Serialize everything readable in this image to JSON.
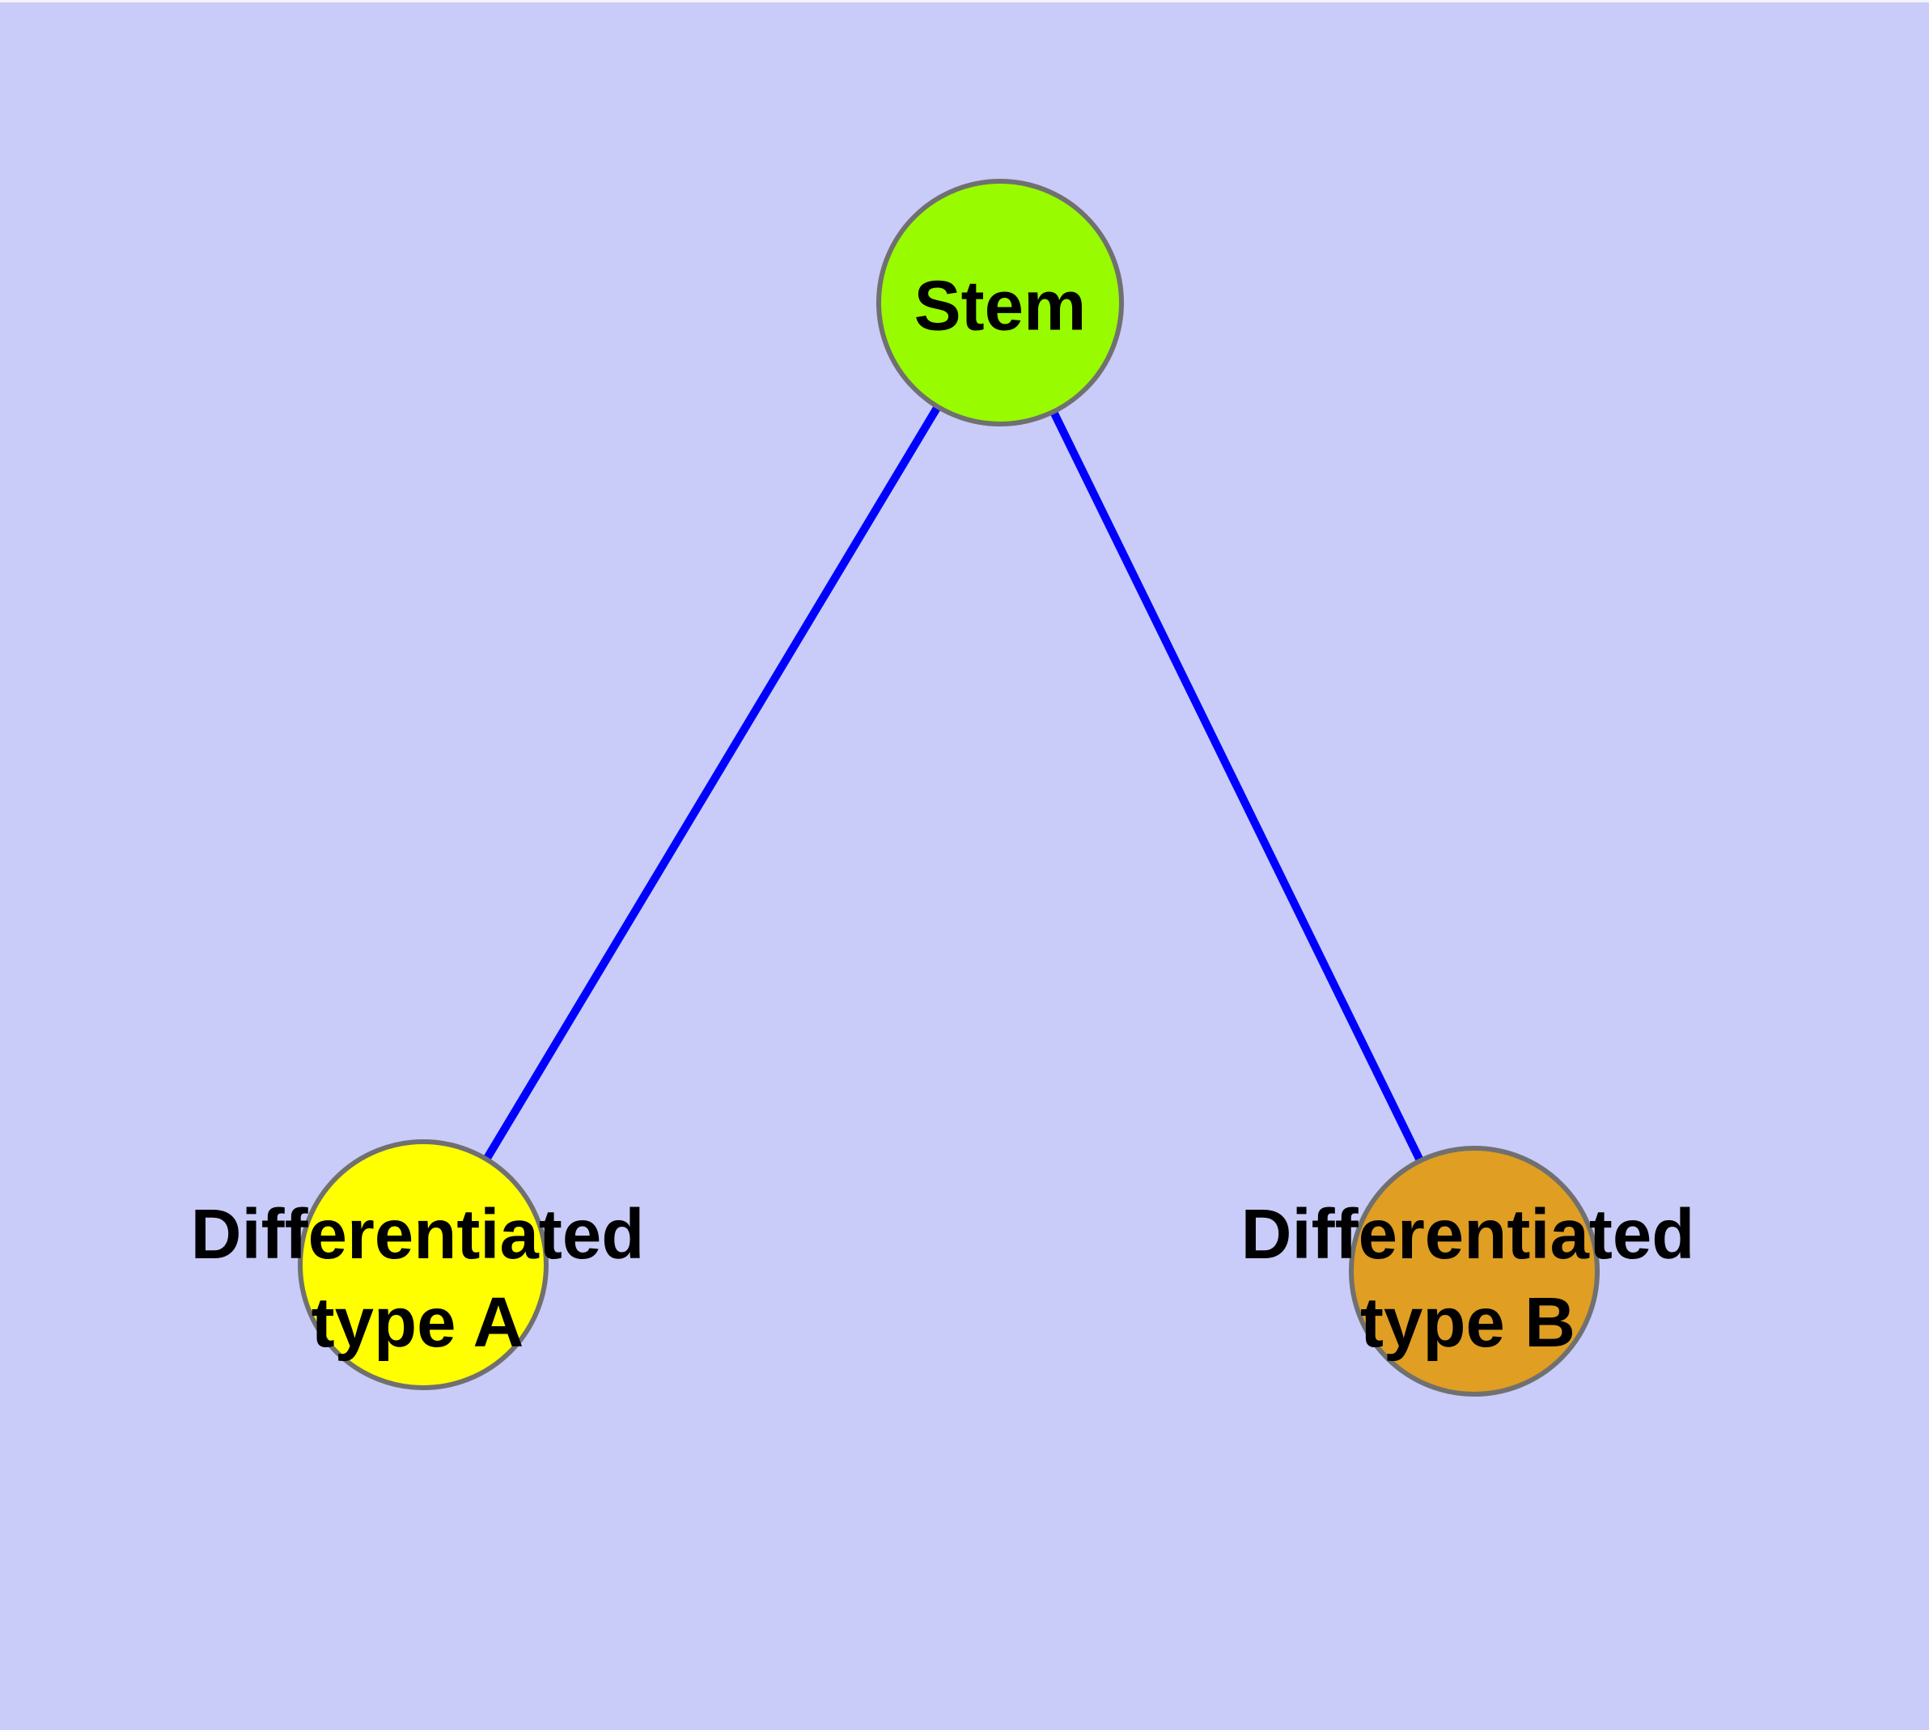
{
  "graph": {
    "background_color": "#C9CBF8",
    "top_edge_strip_color": "#F4F4FB",
    "label_color": "#000000",
    "edge_style": {
      "color": "#0000FF",
      "width": 10
    },
    "node_border": {
      "color": "#707070",
      "width": 6
    },
    "nodes": [
      {
        "id": "stem",
        "label": "Stem",
        "fill": "#98FB00"
      },
      {
        "id": "differentiated-type-a",
        "label": "Differentiated\ntype A",
        "fill": "#FFFF00"
      },
      {
        "id": "differentiated-type-b",
        "label": "Differentiated\ntype B",
        "fill": "#E09E22"
      }
    ],
    "edges": [
      {
        "from": "stem",
        "to": "differentiated-type-a"
      },
      {
        "from": "stem",
        "to": "differentiated-type-b"
      }
    ]
  }
}
